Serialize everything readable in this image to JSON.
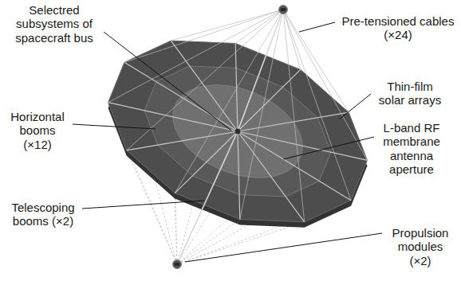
{
  "diagram": {
    "labels": [
      "Selectred subsystems of spacecraft bus",
      "Pre-tensioned cables (×24)",
      "Thin-film solar arrays",
      "Horizontal booms (×12)",
      "L-band RF membrane antenna aperture",
      "Telescoping booms (×2)",
      "Propulsion modules (×2)"
    ]
  }
}
